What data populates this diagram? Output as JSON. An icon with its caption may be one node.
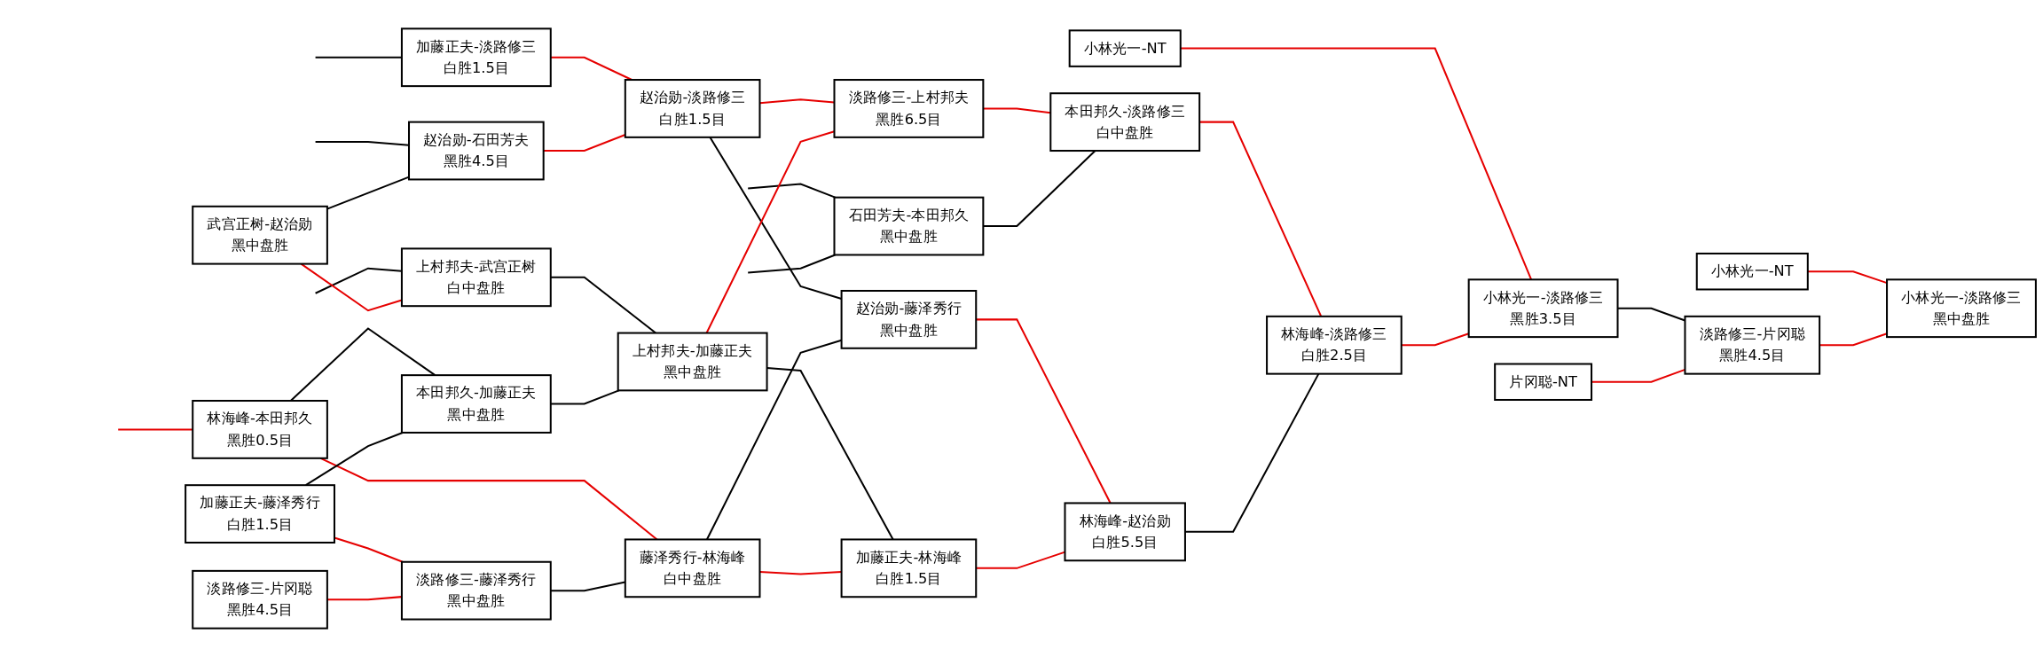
{
  "diagram": {
    "nodes": [
      {
        "text": [
          "加藤正夫-淡路修三",
          "白胜1.5目"
        ]
      },
      {
        "text": [
          "武宫正树-赵治勋",
          "黑中盘胜"
        ]
      },
      {
        "text": [
          "林海峰-本田邦久",
          "黑胜0.5目"
        ]
      },
      {
        "text": [
          "加藤正夫-藤泽秀行",
          "白胜1.5目"
        ]
      },
      {
        "text": [
          "淡路修三-片冈聪",
          "黑胜4.5目"
        ]
      },
      {
        "text": [
          "赵治勋-石田芳夫",
          "黑胜4.5目"
        ]
      },
      {
        "text": [
          "上村邦夫-武宫正树",
          "白中盘胜"
        ]
      },
      {
        "text": [
          "本田邦久-加藤正夫",
          "黑中盘胜"
        ]
      },
      {
        "text": [
          "淡路修三-藤泽秀行",
          "黑中盘胜"
        ]
      },
      {
        "text": [
          "赵治勋-淡路修三",
          "白胜1.5目"
        ]
      },
      {
        "text": [
          "上村邦夫-加藤正夫",
          "黑中盘胜"
        ]
      },
      {
        "text": [
          "藤泽秀行-林海峰",
          "白中盘胜"
        ]
      },
      {
        "text": [
          "淡路修三-上村邦夫",
          "黑胜6.5目"
        ]
      },
      {
        "text": [
          "石田芳夫-本田邦久",
          "黑中盘胜"
        ]
      },
      {
        "text": [
          "赵治勋-藤泽秀行",
          "黑中盘胜"
        ]
      },
      {
        "text": [
          "加藤正夫-林海峰",
          "白胜1.5目"
        ]
      },
      {
        "text": [
          "本田邦久-淡路修三",
          "白中盘胜"
        ]
      },
      {
        "text": [
          "林海峰-赵治勋",
          "白胜5.5目"
        ]
      },
      {
        "text": [
          "小林光一-NT"
        ]
      },
      {
        "text": [
          "林海峰-淡路修三",
          "白胜2.5目"
        ]
      },
      {
        "text": [
          "小林光一-淡路修三",
          "黑胜3.5目"
        ]
      },
      {
        "text": [
          "片冈聪-NT"
        ]
      },
      {
        "text": [
          "小林光一-NT"
        ]
      },
      {
        "text": [
          "淡路修三-片冈聪",
          "黑胜4.5目"
        ]
      },
      {
        "text": [
          "小林光一-淡路修三",
          "黑中盘胜"
        ]
      }
    ],
    "edges": [
      {
        "from": null,
        "to": 0,
        "arrow": "none",
        "color": "#000000"
      },
      {
        "from": null,
        "to": 2,
        "arrow": "none"
      },
      {
        "from": null,
        "to": 5,
        "arrow": "none",
        "color": "#000000"
      },
      {
        "from": null,
        "to": 6,
        "arrow": "none",
        "color": "#000000"
      },
      {
        "from": null,
        "to": 13,
        "arrow": "none",
        "color": "#000000"
      },
      {
        "from": null,
        "to": 13,
        "arrow": "none",
        "color": "#000000"
      },
      {
        "from": 0,
        "to": 9,
        "arrow": "none"
      },
      {
        "from": 1,
        "to": 5,
        "arrow": "none",
        "color": "#000000"
      },
      {
        "from": 1,
        "to": 6,
        "arrow": "none"
      },
      {
        "from": 2,
        "to": 7,
        "arrow": "none",
        "color": "#000000"
      },
      {
        "from": 2,
        "to": 11,
        "arrow": "none"
      },
      {
        "from": 3,
        "to": 7,
        "arrow": "none",
        "color": "#000000"
      },
      {
        "from": 3,
        "to": 8,
        "arrow": "none"
      },
      {
        "from": 4,
        "to": 8,
        "arrow": "none"
      },
      {
        "from": 5,
        "to": 9,
        "arrow": "none"
      },
      {
        "from": 6,
        "to": 10,
        "arrow": "none",
        "color": "#000000"
      },
      {
        "from": 7,
        "to": 10,
        "arrow": "none",
        "color": "#000000"
      },
      {
        "from": 8,
        "to": 11,
        "arrow": "none",
        "color": "#000000"
      },
      {
        "from": 9,
        "to": 12,
        "arrow": "none"
      },
      {
        "from": 9,
        "to": 14,
        "arrow": "none",
        "color": "#000000"
      },
      {
        "from": 10,
        "to": 12,
        "arrow": "none"
      },
      {
        "from": 10,
        "to": 15,
        "arrow": "none",
        "color": "#000000"
      },
      {
        "from": 11,
        "to": 14,
        "arrow": "none",
        "color": "#000000"
      },
      {
        "from": 11,
        "to": 15,
        "arrow": "none"
      },
      {
        "from": 12,
        "to": 16,
        "arrow": "none"
      },
      {
        "from": 13,
        "to": 16,
        "arrow": "none",
        "color": "#000000"
      },
      {
        "from": 14,
        "to": 17,
        "arrow": "none"
      },
      {
        "from": 15,
        "to": 17,
        "arrow": "none"
      },
      {
        "from": 16,
        "to": 19,
        "arrow": "none"
      },
      {
        "from": 17,
        "to": 19,
        "arrow": "none",
        "color": "#000000"
      },
      {
        "from": 18,
        "to": 20,
        "arrow": "none"
      },
      {
        "from": 19,
        "to": 20,
        "arrow": "none"
      },
      {
        "from": 20,
        "to": 23,
        "arrow": "none",
        "color": "#000000"
      },
      {
        "from": 21,
        "to": 23,
        "arrow": "none"
      },
      {
        "from": 22,
        "to": 24,
        "arrow": "none"
      },
      {
        "from": 23,
        "to": 24,
        "arrow": "none"
      }
    ]
  }
}
